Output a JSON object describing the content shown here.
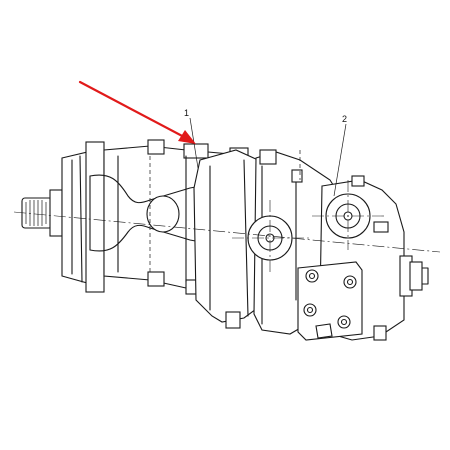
{
  "drawing": {
    "callouts": [
      {
        "id": "1",
        "text": "1"
      },
      {
        "id": "2",
        "text": "2"
      }
    ],
    "pointer_arrow": {
      "color": "#e11a1a"
    },
    "line_color": "#1a1a1a",
    "background": "#ffffff"
  }
}
